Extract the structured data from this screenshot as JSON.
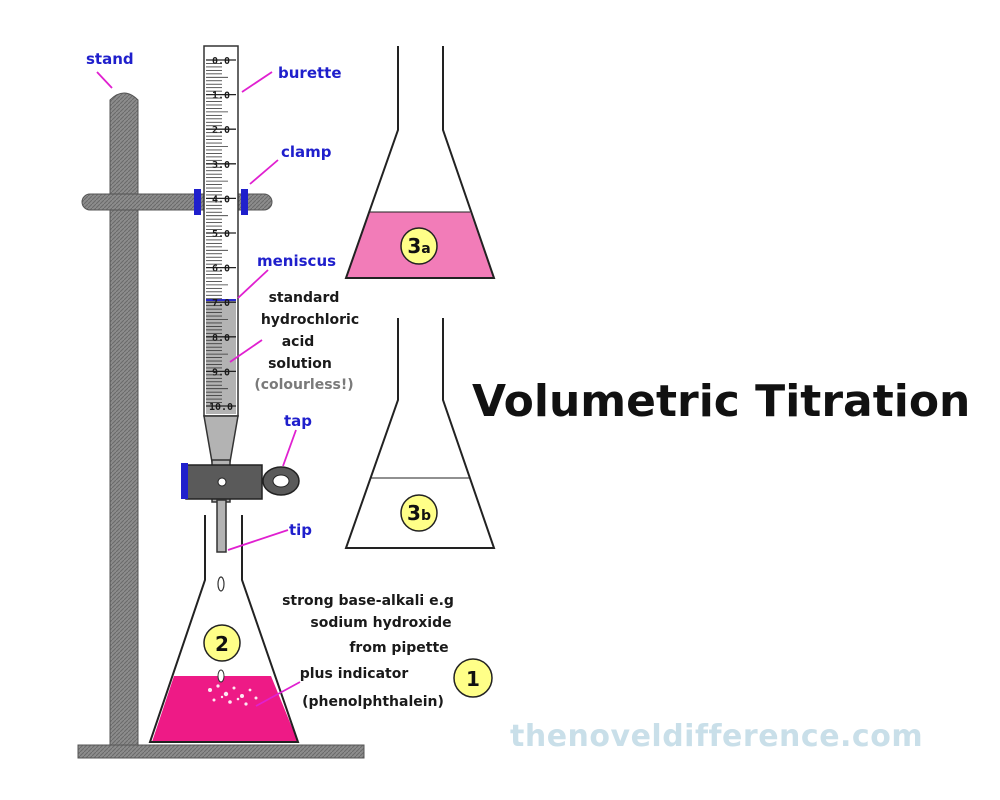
{
  "title": "Volumetric Titration",
  "watermark": "thenoveldifference.com",
  "labels": {
    "stand": "stand",
    "burette": "burette",
    "clamp": "clamp",
    "meniscus": "meniscus",
    "tap": "tap",
    "tip": "tip"
  },
  "solution_note": [
    "standard",
    "hydrochloric",
    "acid",
    "solution",
    "(colourless!)"
  ],
  "flask_note": [
    "strong base-alkali e.g",
    "sodium hydroxide",
    "from pipette",
    "plus indicator",
    "(phenolphthalein)"
  ],
  "burette_scale": [
    "0.0",
    "1.0",
    "2.0",
    "3.0",
    "4.0",
    "5.0",
    "6.0",
    "7.0",
    "8.0",
    "9.0",
    "10.0"
  ],
  "badges": {
    "b1": "1",
    "b2": "2",
    "b3a_num": "3",
    "b3a_sub": "a",
    "b3b_num": "3",
    "b3b_sub": "b"
  },
  "colors": {
    "pink_solution": "#ee1a86",
    "light_pink": "#f27cb8",
    "leader_magenta": "#e020d0",
    "label_blue": "#1f1fcc",
    "badge_yellow": "#ffff88",
    "stand_grey": "#8a8a8a"
  }
}
